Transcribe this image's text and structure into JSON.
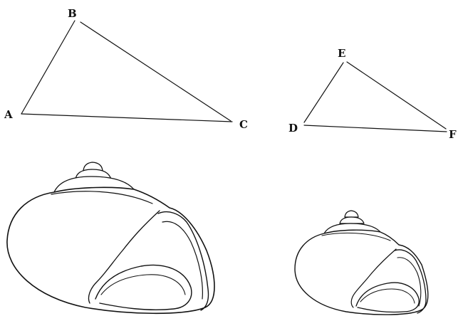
{
  "triangles": [
    {
      "vertices": [
        "A",
        "B",
        "C"
      ]
    },
    {
      "vertices": [
        "D",
        "E",
        "F"
      ]
    }
  ],
  "shells": [
    {
      "name": "large-shell"
    },
    {
      "name": "small-shell"
    }
  ],
  "colors": {
    "ink": "#111111",
    "paper": "#ffffff"
  }
}
